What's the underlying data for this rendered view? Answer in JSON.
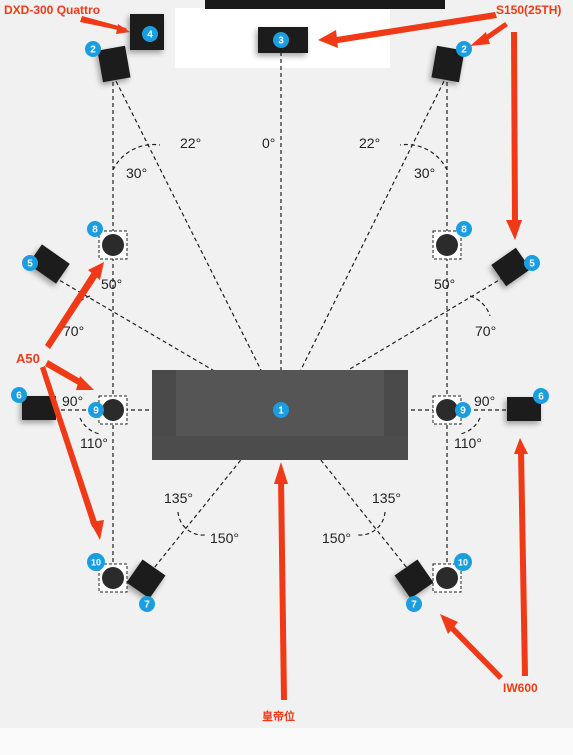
{
  "callouts": {
    "dxd": "DXD-300 Quattro",
    "s150": "S150(25TH)",
    "a50": "A50",
    "iw600": "IW600",
    "seat": "皇帝位"
  },
  "badges": {
    "b1": "1",
    "b2": "2",
    "b3": "3",
    "b4": "4",
    "b5": "5",
    "b6": "6",
    "b7": "7",
    "b8": "8",
    "b9": "9",
    "b10": "10"
  },
  "angles": {
    "a0": "0°",
    "a22": "22°",
    "a30": "30°",
    "a50": "50°",
    "a70": "70°",
    "a90": "90°",
    "a110": "110°",
    "a135": "135°",
    "a150": "150°"
  },
  "colors": {
    "badge": "#1a9ee0",
    "arrow": "#f03a17",
    "speaker": "#1e1e1e",
    "sofa": "#4a4a4a",
    "line": "#222222"
  }
}
